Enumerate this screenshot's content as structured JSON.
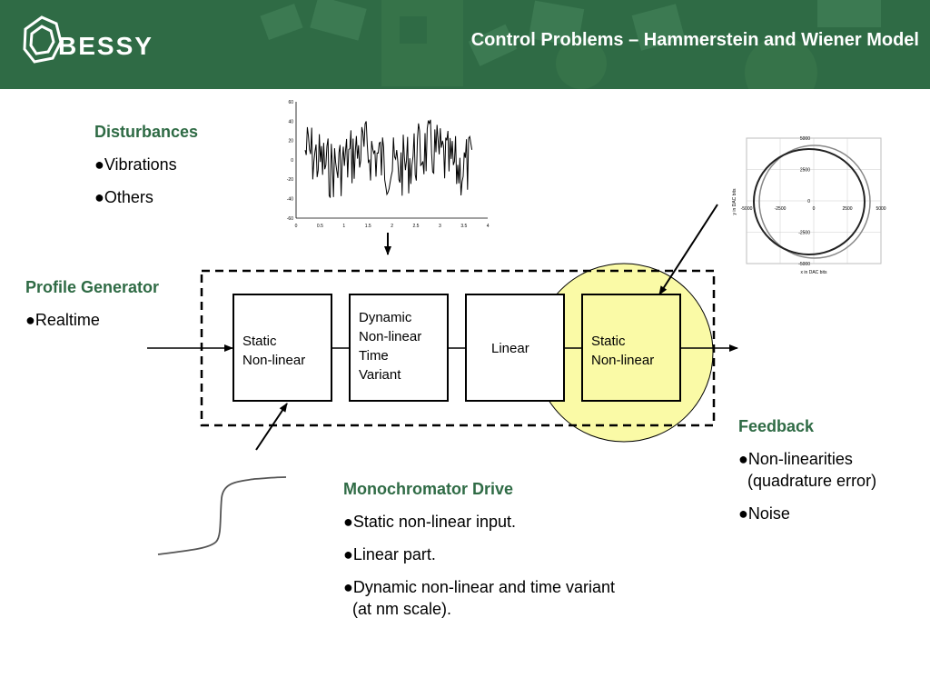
{
  "header": {
    "title": "Control Problems – Hammerstein and Wiener Model",
    "logo_text": "BESSY",
    "bg_color": "#2f6b45"
  },
  "disturbances": {
    "heading": "Disturbances",
    "bullets": [
      "●Vibrations",
      "●Others"
    ]
  },
  "profile_generator": {
    "heading": "Profile Generator",
    "bullets": [
      "●Realtime"
    ]
  },
  "feedback": {
    "heading": "Feedback",
    "bullets": [
      "●Non-linearities",
      "(quadrature error)",
      "●Noise"
    ]
  },
  "monochromator": {
    "heading": "Monochromator Drive",
    "bullets": [
      "●Static non-linear input.",
      "●Linear part.",
      "●Dynamic non-linear and time variant",
      "(at nm scale)."
    ]
  },
  "blocks": [
    {
      "lines": [
        "Static",
        "Non-linear"
      ]
    },
    {
      "lines": [
        "Dynamic",
        "Non-linear",
        "Time",
        "Variant"
      ]
    },
    {
      "lines": [
        "Linear"
      ]
    },
    {
      "lines": [
        "Static",
        "Non-linear"
      ]
    }
  ],
  "highlight_color": "#fafaa6",
  "vibration_plot": {
    "y_ticks": [
      "60",
      "40",
      "20",
      "0",
      "-20",
      "-40",
      "-60"
    ],
    "x_ticks": [
      "0",
      "0.5",
      "1",
      "1.5",
      "2",
      "2.5",
      "3",
      "3.5",
      "4"
    ]
  },
  "xy_plot": {
    "y_ticks": [
      "5000",
      "2500",
      "0",
      "-2500",
      "-5000"
    ],
    "x_ticks": [
      "-5000",
      "-2500",
      "0",
      "2500",
      "5000"
    ],
    "xlabel": "x in DAC bits",
    "ylabel": "y in DAC bits"
  }
}
